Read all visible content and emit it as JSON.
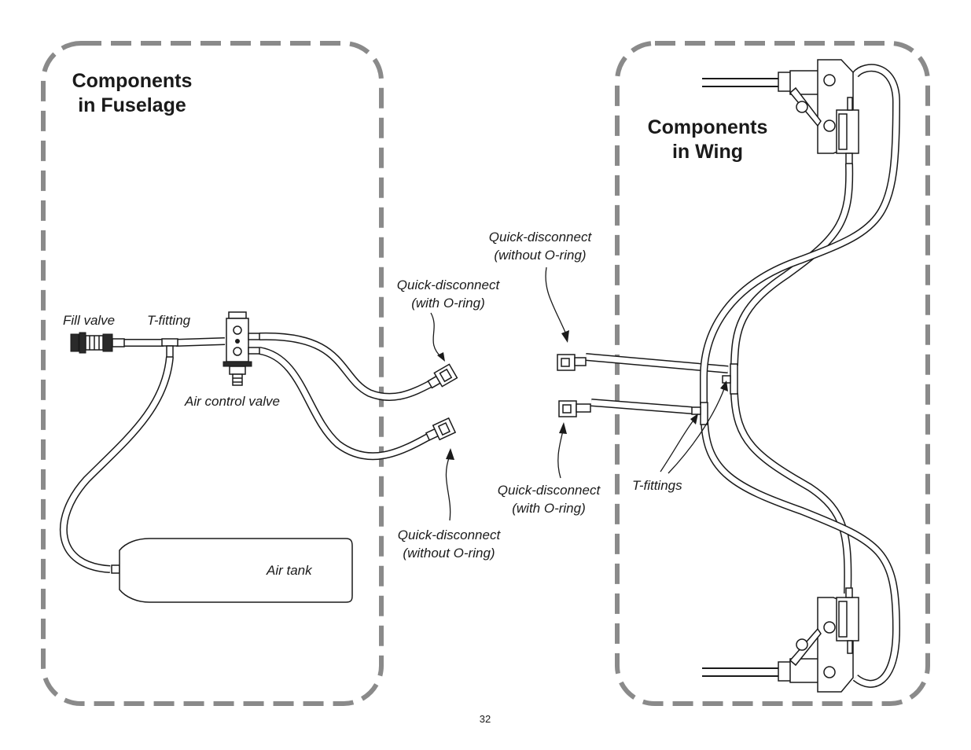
{
  "fuselage": {
    "title_line1": "Components",
    "title_line2": "in Fuselage",
    "labels": {
      "fill_valve": "Fill valve",
      "t_fitting": "T-fitting",
      "air_control_valve": "Air control valve",
      "air_tank": "Air tank",
      "qd_with_oring_1": "Quick-disconnect",
      "qd_with_oring_2": "(with O-ring)",
      "qd_without_oring_1": "Quick-disconnect",
      "qd_without_oring_2": "(without O-ring)"
    }
  },
  "wing": {
    "title_line1": "Components",
    "title_line2": "in Wing",
    "labels": {
      "qd_without_oring_1": "Quick-disconnect",
      "qd_without_oring_2": "(without O-ring)",
      "qd_with_oring_1": "Quick-disconnect",
      "qd_with_oring_2": "(with O-ring)",
      "t_fittings": "T-fittings"
    }
  },
  "page_number": "32"
}
